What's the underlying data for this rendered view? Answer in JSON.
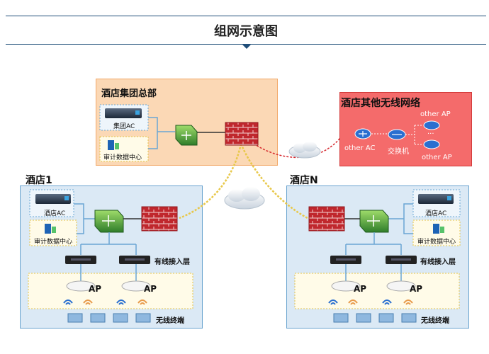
{
  "title": "组网示意图",
  "hq": {
    "label": "酒店集团总部",
    "ac_label": "集团AC",
    "audit_label": "审计数据中心"
  },
  "other_network": {
    "label": "酒店其他无线网络",
    "ac_label": "other AC",
    "switch_label": "交换机",
    "ap_top_label": "other AP",
    "ap_bottom_label": "other AP",
    "dots": "···"
  },
  "hotel1": {
    "label": "酒店1",
    "ac_label": "酒店AC",
    "audit_label": "审计数据中心",
    "access_label": "有线接入层",
    "ap_label_1": "AP",
    "ap_label_2": "AP",
    "terminal_label": "无线终端"
  },
  "hotelN": {
    "label": "酒店N",
    "ac_label": "酒店AC",
    "audit_label": "审计数据中心",
    "access_label": "有线接入层",
    "ap_label_1": "AP",
    "ap_label_2": "AP",
    "terminal_label": "无线终端"
  },
  "colors": {
    "title_line": "#1f4e79",
    "hq_fill": "#fbd8b5",
    "other_fill": "#f46b6b",
    "hotel_fill": "#dbe9f5",
    "firewall": "#c0272d",
    "wan_link": "#e8c84a",
    "other_link": "#d6262c"
  }
}
